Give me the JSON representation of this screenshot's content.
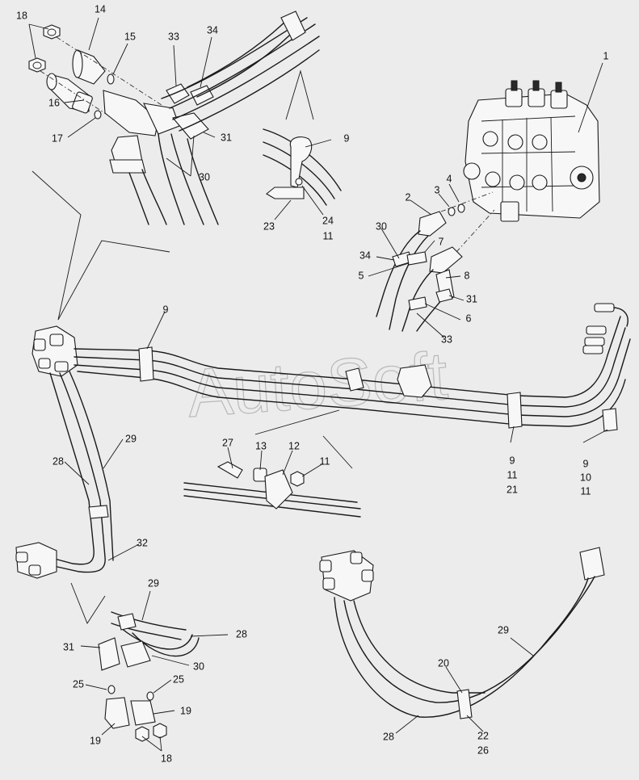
{
  "watermark": "AutoSoft",
  "callouts": {
    "c18a": "18",
    "c14": "14",
    "c15": "15",
    "c33a": "33",
    "c34a": "34",
    "c16": "16",
    "c17": "17",
    "c31a": "31",
    "c30a": "30",
    "c9a": "9",
    "c23": "23",
    "c24": "24",
    "c11a": "11",
    "c1": "1",
    "c4": "4",
    "c3": "3",
    "c2": "2",
    "c30b": "30",
    "c7": "7",
    "c34b": "34",
    "c5": "5",
    "c8": "8",
    "c31b": "31",
    "c6": "6",
    "c33b": "33",
    "c9b": "9",
    "c27": "27",
    "c13": "13",
    "c12": "12",
    "c11b": "11",
    "c9c": "9",
    "c11c": "11",
    "c21": "21",
    "c9d": "9",
    "c10": "10",
    "c11d": "11",
    "c29a": "29",
    "c28a": "28",
    "c32": "32",
    "c29b": "29",
    "c31c": "31",
    "c28b": "28",
    "c30c": "30",
    "c25a": "25",
    "c25b": "25",
    "c19a": "19",
    "c19b": "19",
    "c18b": "18",
    "c29c": "29",
    "c20": "20",
    "c28c": "28",
    "c22": "22",
    "c26": "26"
  }
}
